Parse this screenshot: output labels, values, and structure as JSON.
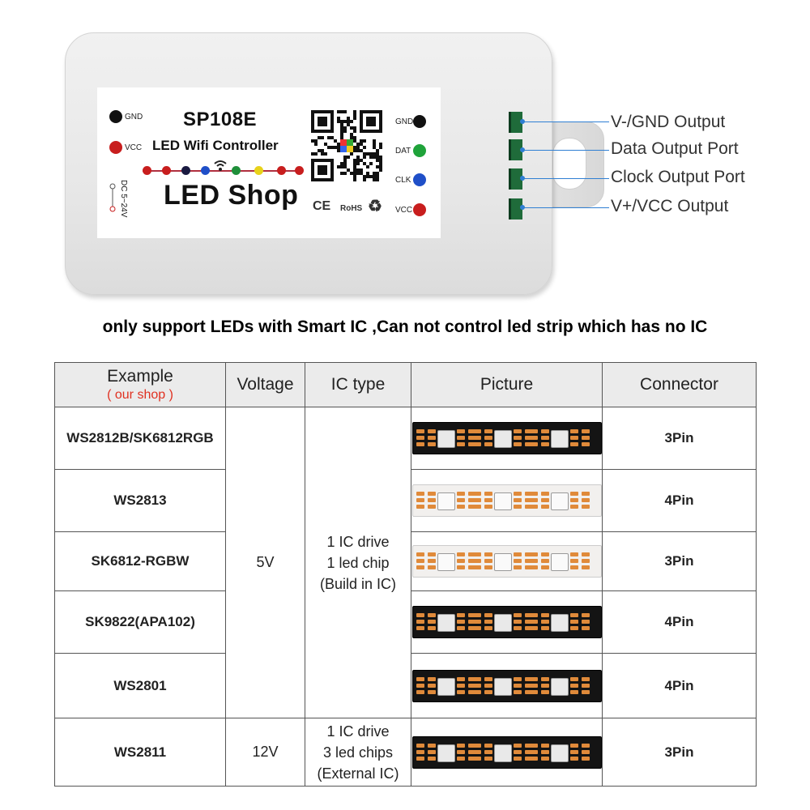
{
  "device": {
    "model": "SP108E",
    "subtitle": "LED Wifi Controller",
    "brand": "LED Shop",
    "dc_label": "DC 5~24V",
    "left_pins": [
      {
        "label": "GND",
        "color": "#111111"
      },
      {
        "label": "VCC",
        "color": "#c81e1e"
      }
    ],
    "right_pins": [
      {
        "label": "GND",
        "color": "#111111"
      },
      {
        "label": "DAT",
        "color": "#1fa33a"
      },
      {
        "label": "CLK",
        "color": "#1f4fc8"
      },
      {
        "label": "VCC",
        "color": "#c81e1e"
      }
    ],
    "led_colors": [
      "#c81e1e",
      "#c81e1e",
      "#1a1a40",
      "#1f4fc8",
      "#1f8f3a",
      "#e8d21a",
      "#c81e1e",
      "#c81e1e"
    ],
    "cert_marks": {
      "ce": "CE",
      "rohs": "RoHS",
      "recycle": "♻"
    }
  },
  "callouts": [
    {
      "label": "V-/GND Output"
    },
    {
      "label": "Data Output Port"
    },
    {
      "label": "Clock Output Port"
    },
    {
      "label": "V+/VCC Output"
    }
  ],
  "notice": "only support LEDs with Smart IC ,Can not control led strip which has no IC",
  "table": {
    "headers": {
      "example": "Example",
      "example_sub": "( our shop )",
      "voltage": "Voltage",
      "ic_type": "IC type",
      "picture": "Picture",
      "connector": "Connector"
    },
    "rows": [
      {
        "example": "WS2812B/SK6812RGB",
        "connector": "3Pin",
        "strip": "black"
      },
      {
        "example": "WS2813",
        "connector": "4Pin",
        "strip": "white"
      },
      {
        "example": "SK6812-RGBW",
        "connector": "3Pin",
        "strip": "white"
      },
      {
        "example": "SK9822(APA102)",
        "connector": "4Pin",
        "strip": "black"
      },
      {
        "example": "WS2801",
        "connector": "4Pin",
        "strip": "black"
      },
      {
        "example": "WS2811",
        "connector": "3Pin",
        "strip": "black"
      }
    ],
    "group_5v": {
      "voltage": "5V",
      "ic_line1": "1 IC drive",
      "ic_line2": "1 led chip",
      "ic_line3": "(Build in IC)"
    },
    "group_12v": {
      "voltage": "12V",
      "ic_line1": "1 IC drive",
      "ic_line2": "3 led chips",
      "ic_line3": "(External IC)"
    }
  }
}
